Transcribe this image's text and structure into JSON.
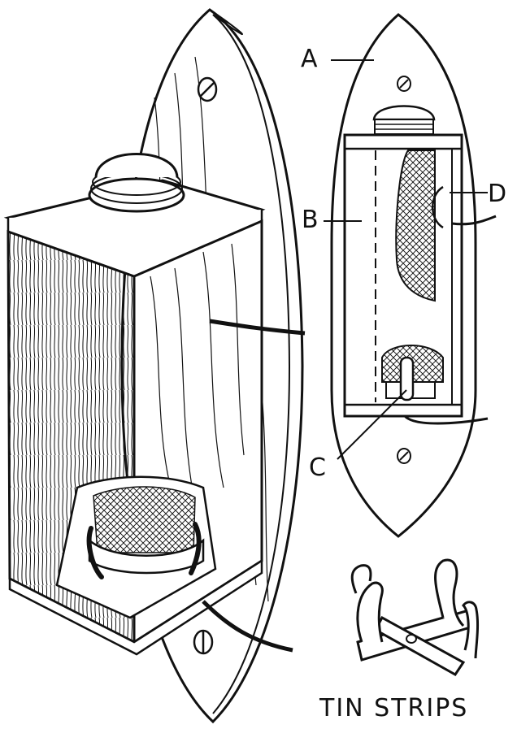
{
  "diagram": {
    "labels": {
      "A": "A",
      "B": "B",
      "C": "C",
      "D": "D"
    },
    "caption": "TIN STRIPS",
    "colors": {
      "ink": "#111111",
      "paper": "#ffffff"
    }
  }
}
